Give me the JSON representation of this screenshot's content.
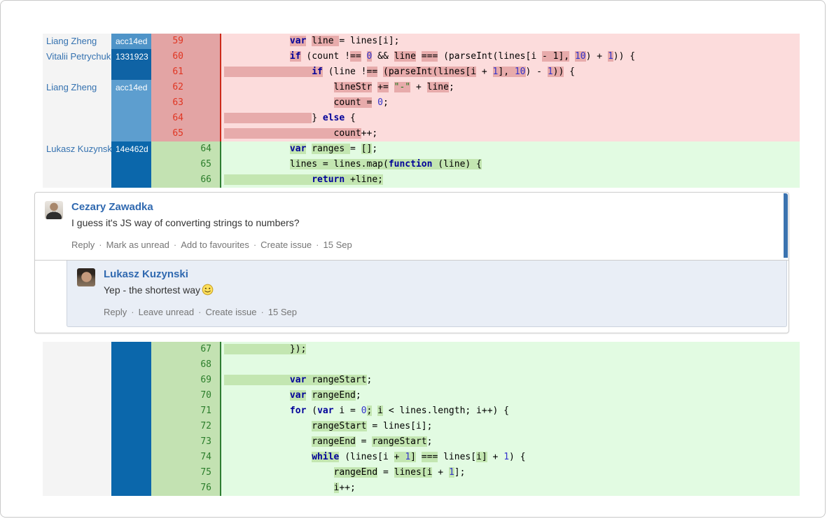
{
  "colors": {
    "del_bg": "#fcdcdc",
    "del_hl": "#e7abab",
    "del_gutter": "#e3a4a4",
    "del_num": "#e03522",
    "del_line": "#cc2a1a",
    "add_bg": "#e2fbe2",
    "add_hl": "#c3e6b1",
    "add_gutter": "#c3e2b2",
    "add_num": "#2b7d2b",
    "add_line": "#2e7d31",
    "author_bg": "#f4f4f4",
    "author_link": "#3572b0",
    "keyword": "#000099",
    "number": "#3333cc",
    "string": "#1f7a1f",
    "comment_author": "#3069b0",
    "action_text": "#757575",
    "unread_bar": "#3b73af",
    "reply_bg": "#e9eef6",
    "frame_border": "#cccccc"
  },
  "comments": [
    {
      "author": "Cezary Zawadka",
      "text": "I guess it's JS way of converting strings to numbers?",
      "actions": [
        "Reply",
        "Mark as unread",
        "Add to favourites",
        "Create issue"
      ],
      "date": "15 Sep",
      "has_emoji": false
    },
    {
      "author": "Lukasz Kuzynski",
      "text": "Yep - the shortest way",
      "actions": [
        "Reply",
        "Leave unread",
        "Create issue"
      ],
      "date": "15 Sep",
      "has_emoji": true
    }
  ],
  "diff": {
    "sections": [
      {
        "name": "top",
        "rows": [
          {
            "kind": "del",
            "author": "Liang Zheng",
            "commit": "acc14ed",
            "commit_color": "#4f94c8",
            "line_old": "59",
            "line_new": "",
            "segs": [
              [
                "            ",
                "p"
              ],
              [
                "var",
                "kwh"
              ],
              [
                " ",
                "p"
              ],
              [
                "line ",
                "ph"
              ],
              [
                "= lines[i];",
                "p"
              ]
            ]
          },
          {
            "kind": "del",
            "author": "Vitalii Petrychuk",
            "commit": "1331923",
            "commit_color": "#0f63a5",
            "line_old": "60",
            "line_new": "",
            "segs": [
              [
                "            ",
                "p"
              ],
              [
                "if",
                "kwh"
              ],
              [
                " (count !",
                "p"
              ],
              [
                "==",
                "ph"
              ],
              [
                " ",
                "p"
              ],
              [
                "0",
                "numh"
              ],
              [
                " && ",
                "p"
              ],
              [
                "line",
                "ph"
              ],
              [
                " ",
                "p"
              ],
              [
                "===",
                "ph"
              ],
              [
                " (parseInt(lines[i ",
                "p"
              ],
              [
                "- 1],",
                "ph"
              ],
              [
                " ",
                "p"
              ],
              [
                "10",
                "numh"
              ],
              [
                ") + ",
                "p"
              ],
              [
                "1",
                "numh"
              ],
              [
                ")) {",
                "p"
              ]
            ]
          },
          {
            "kind": "del",
            "author": "",
            "commit": "",
            "commit_color": "#0f63a5",
            "line_old": "61",
            "line_new": "",
            "segs": [
              [
                "                ",
                "ph"
              ],
              [
                "if",
                "kwh"
              ],
              [
                " (line !",
                "p"
              ],
              [
                "==",
                "ph"
              ],
              [
                " ",
                "p"
              ],
              [
                "(parseInt(lines[i",
                "ph"
              ],
              [
                " + ",
                "p"
              ],
              [
                "1",
                "numh"
              ],
              [
                "], ",
                "ph"
              ],
              [
                "10",
                "numh"
              ],
              [
                ") - ",
                "p"
              ],
              [
                "1",
                "numh"
              ],
              [
                "))",
                "ph"
              ],
              [
                " {",
                "p"
              ]
            ]
          },
          {
            "kind": "del",
            "author": "Liang Zheng",
            "commit": "acc14ed",
            "commit_color": "#5d9ecf",
            "line_old": "62",
            "line_new": "",
            "segs": [
              [
                "                    ",
                "p"
              ],
              [
                "lineStr",
                "ph"
              ],
              [
                " ",
                "p"
              ],
              [
                "+=",
                "ph"
              ],
              [
                " ",
                "p"
              ],
              [
                "\"-\"",
                "strh"
              ],
              [
                " + ",
                "p"
              ],
              [
                "line",
                "ph"
              ],
              [
                ";",
                "p"
              ]
            ]
          },
          {
            "kind": "del",
            "author": "",
            "commit": "",
            "commit_color": "#5d9ecf",
            "line_old": "63",
            "line_new": "",
            "segs": [
              [
                "                    ",
                "p"
              ],
              [
                "count =",
                "ph"
              ],
              [
                " ",
                "p"
              ],
              [
                "0",
                "num"
              ],
              [
                ";",
                "p"
              ]
            ]
          },
          {
            "kind": "del",
            "author": "",
            "commit": "",
            "commit_color": "#5d9ecf",
            "line_old": "64",
            "line_new": "",
            "segs": [
              [
                "                ",
                "ph"
              ],
              [
                "} ",
                "p"
              ],
              [
                "else",
                "kw"
              ],
              [
                " {",
                "p"
              ]
            ]
          },
          {
            "kind": "del",
            "author": "",
            "commit": "",
            "commit_color": "#5d9ecf",
            "line_old": "65",
            "line_new": "",
            "segs": [
              [
                "                    count",
                "ph"
              ],
              [
                "++;",
                "p"
              ]
            ]
          },
          {
            "kind": "add",
            "author": "Lukasz Kuzynski",
            "commit": "14e462d",
            "commit_color": "#0b67ab",
            "line_old": "",
            "line_new": "64",
            "segs": [
              [
                "            ",
                "p"
              ],
              [
                "var",
                "kwh"
              ],
              [
                " ",
                "p"
              ],
              [
                "ranges ",
                "ph"
              ],
              [
                "= ",
                "p"
              ],
              [
                "[]",
                "ph"
              ],
              [
                ";",
                "p"
              ]
            ]
          },
          {
            "kind": "add",
            "author": "",
            "commit": "",
            "commit_color": "#0b67ab",
            "line_old": "",
            "line_new": "65",
            "segs": [
              [
                "            ",
                "p"
              ],
              [
                "lines = lines.map(",
                "ph"
              ],
              [
                "function",
                "kwh"
              ],
              [
                " (line) {",
                "ph"
              ]
            ]
          },
          {
            "kind": "add",
            "author": "",
            "commit": "",
            "commit_color": "#0b67ab",
            "line_old": "",
            "line_new": "66",
            "segs": [
              [
                "                ",
                "ph"
              ],
              [
                "return",
                "kwh"
              ],
              [
                " +line;",
                "ph"
              ]
            ]
          }
        ]
      },
      {
        "name": "bottom",
        "rows": [
          {
            "kind": "add",
            "author": "",
            "commit": "",
            "commit_color": "#0b67ab",
            "line_old": "",
            "line_new": "67",
            "segs": [
              [
                "            });",
                "ph"
              ]
            ]
          },
          {
            "kind": "add",
            "author": "",
            "commit": "",
            "commit_color": "#0b67ab",
            "line_old": "",
            "line_new": "68",
            "segs": []
          },
          {
            "kind": "add",
            "author": "",
            "commit": "",
            "commit_color": "#0b67ab",
            "line_old": "",
            "line_new": "69",
            "segs": [
              [
                "            ",
                "ph"
              ],
              [
                "var",
                "kwh"
              ],
              [
                " rangeStart",
                "ph"
              ],
              [
                ";",
                "p"
              ]
            ]
          },
          {
            "kind": "add",
            "author": "",
            "commit": "",
            "commit_color": "#0b67ab",
            "line_old": "",
            "line_new": "70",
            "segs": [
              [
                "            ",
                "p"
              ],
              [
                "var",
                "kwh"
              ],
              [
                " ",
                "p"
              ],
              [
                "rangeEnd",
                "ph"
              ],
              [
                ";",
                "p"
              ]
            ]
          },
          {
            "kind": "add",
            "author": "",
            "commit": "",
            "commit_color": "#0b67ab",
            "line_old": "",
            "line_new": "71",
            "segs": [
              [
                "            ",
                "p"
              ],
              [
                "for",
                "kw"
              ],
              [
                " (",
                "p"
              ],
              [
                "var",
                "kw"
              ],
              [
                " i = ",
                "p"
              ],
              [
                "0",
                "num"
              ],
              [
                ";",
                "ph"
              ],
              [
                " ",
                "p"
              ],
              [
                "i",
                "ph"
              ],
              [
                " < lines.length; i++) {",
                "p"
              ]
            ]
          },
          {
            "kind": "add",
            "author": "",
            "commit": "",
            "commit_color": "#0b67ab",
            "line_old": "",
            "line_new": "72",
            "segs": [
              [
                "                ",
                "p"
              ],
              [
                "rangeStart",
                "ph"
              ],
              [
                " = lines[i];",
                "p"
              ]
            ]
          },
          {
            "kind": "add",
            "author": "",
            "commit": "",
            "commit_color": "#0b67ab",
            "line_old": "",
            "line_new": "73",
            "segs": [
              [
                "                ",
                "p"
              ],
              [
                "rangeEnd",
                "ph"
              ],
              [
                " = ",
                "p"
              ],
              [
                "rangeStart",
                "ph"
              ],
              [
                ";",
                "p"
              ]
            ]
          },
          {
            "kind": "add",
            "author": "",
            "commit": "",
            "commit_color": "#0b67ab",
            "line_old": "",
            "line_new": "74",
            "segs": [
              [
                "                ",
                "p"
              ],
              [
                "while",
                "kwh"
              ],
              [
                " (lines[i ",
                "p"
              ],
              [
                "+ ",
                "ph"
              ],
              [
                "1",
                "numh"
              ],
              [
                "]",
                "ph"
              ],
              [
                " ",
                "p"
              ],
              [
                "===",
                "ph"
              ],
              [
                " lines[",
                "p"
              ],
              [
                "i]",
                "ph"
              ],
              [
                " + ",
                "p"
              ],
              [
                "1",
                "num"
              ],
              [
                ") {",
                "p"
              ]
            ]
          },
          {
            "kind": "add",
            "author": "",
            "commit": "",
            "commit_color": "#0b67ab",
            "line_old": "",
            "line_new": "75",
            "segs": [
              [
                "                    ",
                "p"
              ],
              [
                "rangeEnd",
                "ph"
              ],
              [
                " = ",
                "p"
              ],
              [
                "lines[i",
                "ph"
              ],
              [
                " + ",
                "p"
              ],
              [
                "1",
                "numh"
              ],
              [
                "];",
                "p"
              ]
            ]
          },
          {
            "kind": "add",
            "author": "",
            "commit": "",
            "commit_color": "#0b67ab",
            "line_old": "",
            "line_new": "76",
            "segs": [
              [
                "                    ",
                "p"
              ],
              [
                "i",
                "ph"
              ],
              [
                "++;",
                "p"
              ]
            ]
          }
        ]
      }
    ]
  }
}
